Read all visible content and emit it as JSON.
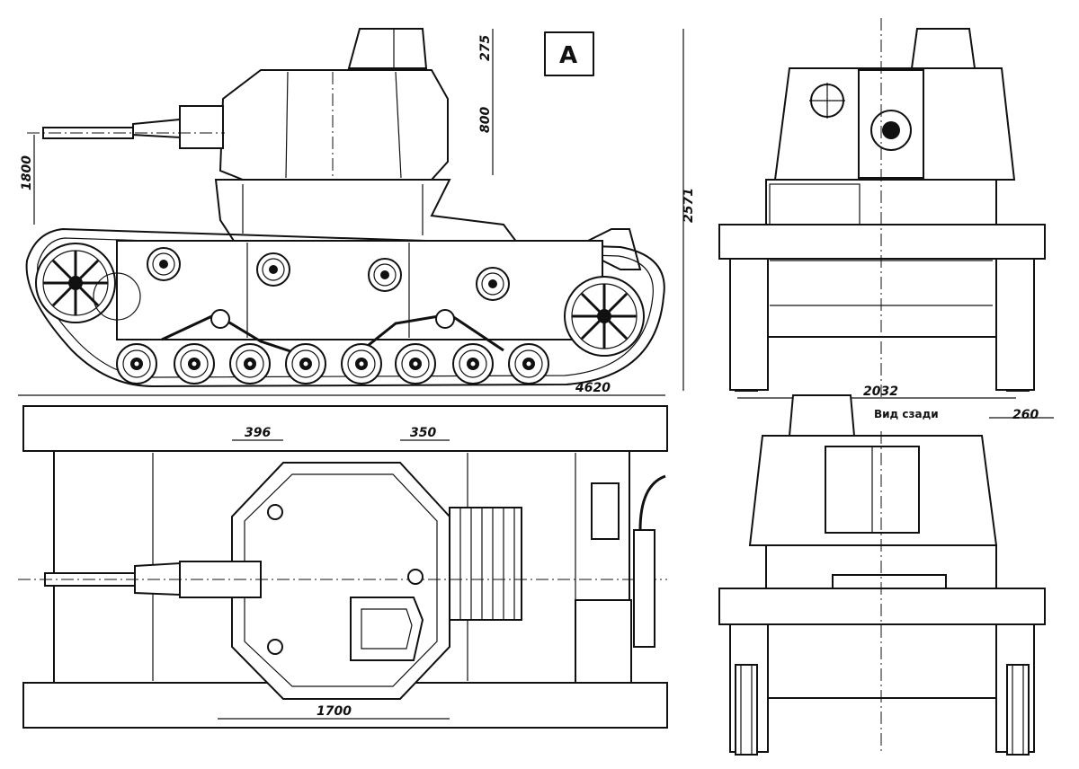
{
  "figure_label": "A",
  "dimensions": {
    "length": "4620",
    "height": "1800",
    "turret_height": "800",
    "cupola_height": "275",
    "total_height": "2571",
    "track_gauge": "2032",
    "track_width": "260",
    "turret_front": "396",
    "turret_rear": "350",
    "turret_length": "1700"
  },
  "rear_view_label": "Вид сзади",
  "colors": {
    "line": "#111111",
    "paper": "#ffffff"
  }
}
